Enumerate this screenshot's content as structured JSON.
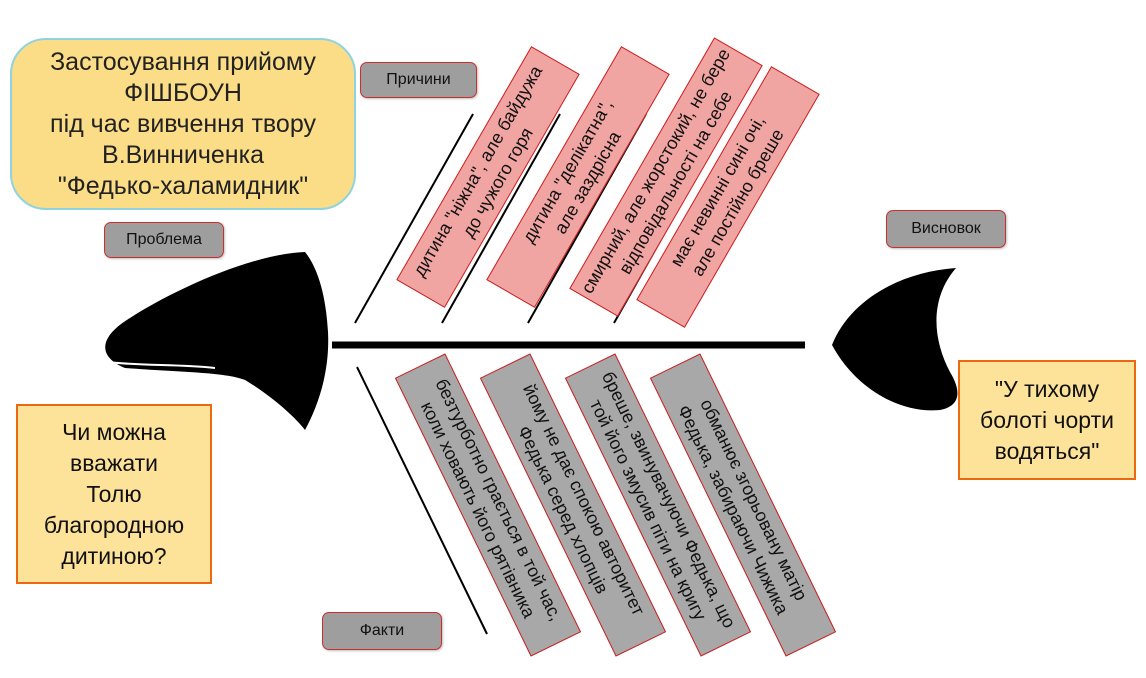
{
  "title": {
    "lines": [
      "Застосування прийому",
      "ФІШБОУН",
      "під час вивчення твору",
      "В.Винниченка",
      "\"Федько-халамидник\""
    ]
  },
  "labels": {
    "causes": "Причини",
    "problem": "Проблема",
    "conclusion": "Висновок",
    "facts": "Факти"
  },
  "problem_question": {
    "lines": [
      "Чи можна",
      "вважати",
      "Толю",
      "благородною",
      "дитиною?"
    ]
  },
  "conclusion_text": {
    "lines": [
      "\"У тихому",
      "болоті чорти",
      "водяться\""
    ]
  },
  "causes": [
    {
      "line1": "дитина \"ніжна\", але байдужа",
      "line2": "до чужого горя"
    },
    {
      "line1": "дитина \"делікатна\",",
      "line2": "але заздрісна"
    },
    {
      "line1": "смирний, але жорстокий, не бере",
      "line2": "відповідальності на себе"
    },
    {
      "line1": "має невинні сині очі,",
      "line2": "але постійно бреше"
    }
  ],
  "facts": [
    {
      "line1": "безтурботно грається в той час,",
      "line2": "коли ховають його рятівника"
    },
    {
      "line1": "йому не дає спокою авторитет",
      "line2": "Федька серед хлопців"
    },
    {
      "line1": "бреше, звинувачуючи Федька, що",
      "line2": "той його змусив піти на кригу"
    },
    {
      "line1": "обманює згорьовану матір",
      "line2": "Федька, забираючи Чижика"
    }
  ],
  "colors": {
    "cause_fill": "#f0a5a3",
    "fact_fill": "#a8a8a8",
    "title_fill": "#fbdd87",
    "title_border": "#8fd3e0",
    "box_border": "#ea6a12",
    "bone": "#000000"
  }
}
